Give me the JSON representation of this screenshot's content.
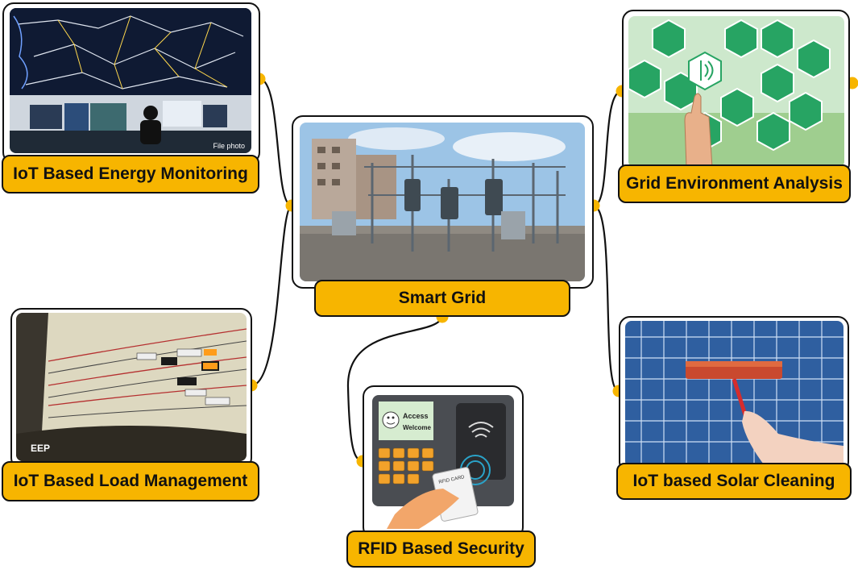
{
  "nodes": {
    "center": {
      "label": "Smart Grid"
    },
    "energy_monitoring": {
      "label": "IoT Based Energy Monitoring",
      "photo_credit": "File photo"
    },
    "grid_environment": {
      "label": "Grid Environment Analysis"
    },
    "load_management": {
      "label": "IoT Based Load Management",
      "logo_text": "EEP"
    },
    "rfid_security": {
      "label": "RFID Based Security",
      "screen_line1": "Access",
      "screen_line2": "Welcome",
      "card_text": "RFID CARD"
    },
    "solar_cleaning": {
      "label": "IoT based Solar Cleaning"
    }
  },
  "colors": {
    "label_fill": "#f7b500",
    "outline": "#111111",
    "connector_dot": "#f7b500"
  }
}
